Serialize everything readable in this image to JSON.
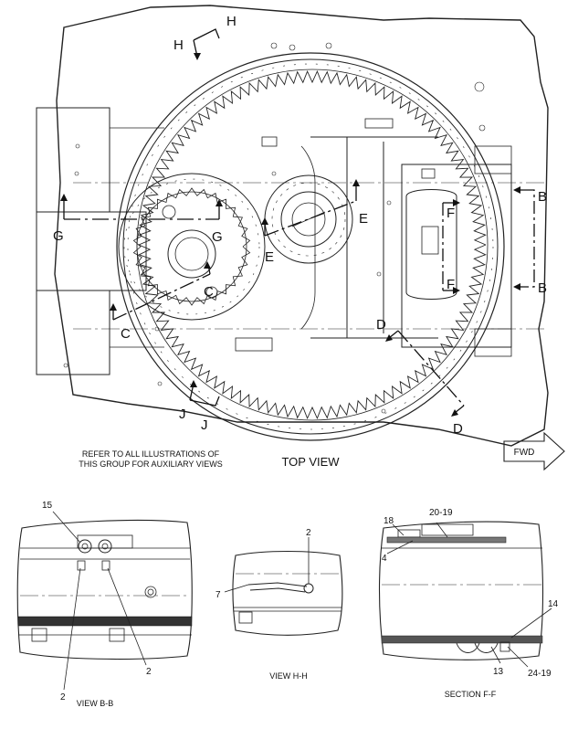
{
  "top_view": {
    "title": "TOP VIEW",
    "note_line1": "REFER TO ALL ILLUSTRATIONS OF",
    "note_line2": "THIS GROUP FOR AUXILIARY VIEWS",
    "fwd": "FWD",
    "section_letters": {
      "h1": "H",
      "h2": "H",
      "b1": "B",
      "b2": "B",
      "g1": "G",
      "g2": "G",
      "e1": "E",
      "e2": "E",
      "f1": "F",
      "f2": "F",
      "c1": "C",
      "c2": "C",
      "d1": "D",
      "d2": "D",
      "j1": "J",
      "j2": "J"
    }
  },
  "view_bb": {
    "caption": "VIEW B-B",
    "callouts": {
      "c15": "15",
      "c2a": "2",
      "c2b": "2"
    }
  },
  "view_hh": {
    "caption": "VIEW H-H",
    "callouts": {
      "c2": "2",
      "c7": "7"
    }
  },
  "section_ff": {
    "caption": "SECTION F-F",
    "callouts": {
      "c18": "18",
      "c20_19": "20-19",
      "c4": "4",
      "c14": "14",
      "c13": "13",
      "c24_19": "24-19"
    }
  }
}
